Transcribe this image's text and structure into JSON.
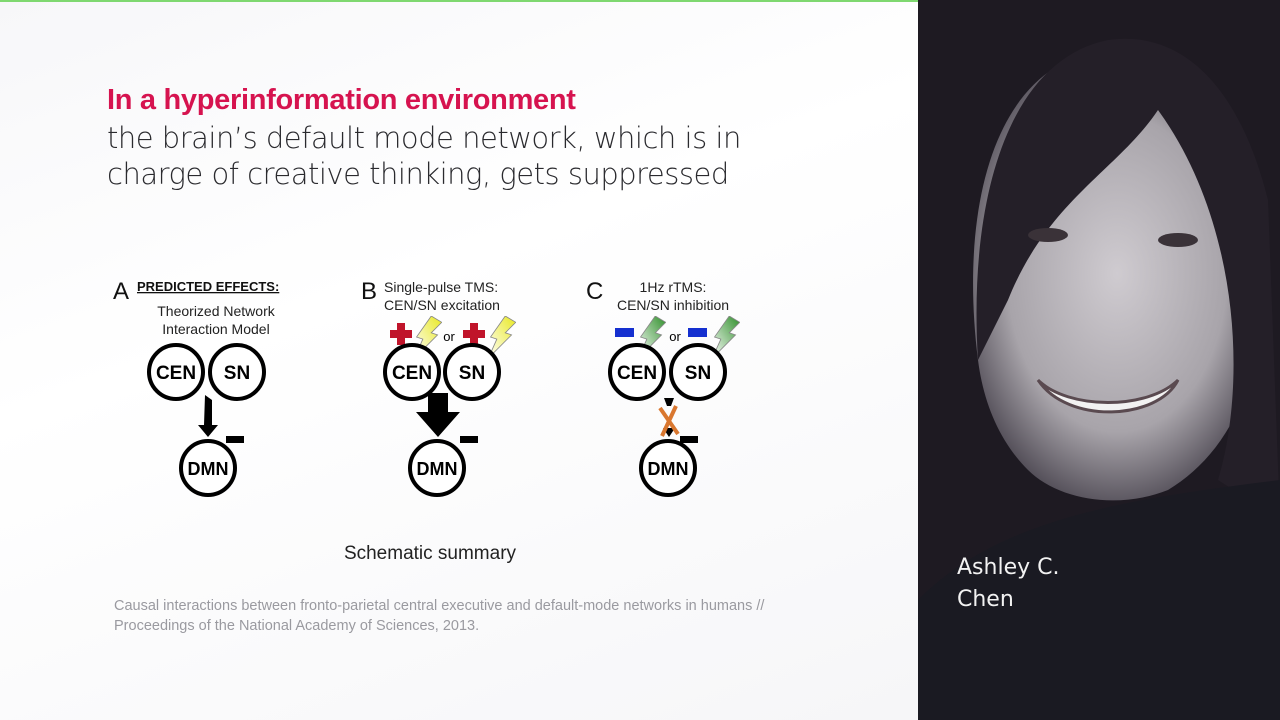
{
  "slide": {
    "headline": "In a hyperinformation environment",
    "subtitle": "the brain’s default mode network, which is in charge of creative thinking, gets suppressed",
    "figure": {
      "panel_a": {
        "letter": "A",
        "title": "PREDICTED EFFECTS:",
        "line1": "Theorized Network",
        "line2": "Interaction Model"
      },
      "panel_b": {
        "letter": "B",
        "line1": "Single-pulse TMS:",
        "line2": "CEN/SN excitation"
      },
      "panel_c": {
        "letter": "C",
        "line1": "1Hz rTMS:",
        "line2": "CEN/SN inhibition"
      },
      "nodes": {
        "cen": "CEN",
        "sn": "SN",
        "dmn": "DMN"
      },
      "or_label": "or"
    },
    "caption": "Schematic summary",
    "citation": "Causal interactions between fronto-parietal central executive and default-mode networks in humans // Proceedings of the National Academy of Sciences, 2013."
  },
  "speaker": {
    "name_line1": "Ashley C.",
    "name_line2": "Chen"
  },
  "colors": {
    "accent": "#d6134f",
    "plus": "#c0142a",
    "minus": "#1530d0",
    "bolt_yellow": "#f0f020",
    "bolt_green": "#3a9a30",
    "cross": "#d9772f"
  }
}
